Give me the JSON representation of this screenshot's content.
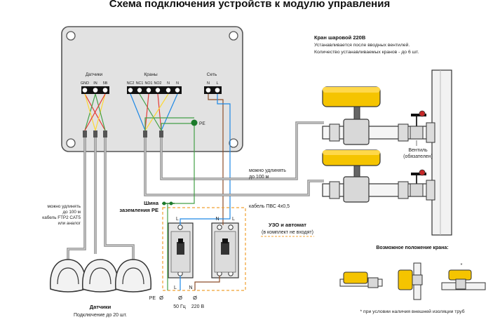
{
  "title": "Схема подключения устройств к модулю управления",
  "module": {
    "sensors_label": "Датчики",
    "sensor_pins": [
      "GND",
      "IN",
      "5B"
    ],
    "valves_label": "Краны",
    "valve_pins": [
      "NC2",
      "NC1",
      "NO1",
      "NO2",
      "N",
      "N"
    ],
    "mains_label": "Сеть",
    "mains_pins": [
      "N",
      "L"
    ],
    "pe_label": "PE"
  },
  "valve_note": {
    "title": "Кран шаровой 220В",
    "line1": "Устанавливается после вводных вентилей.",
    "line2": "Количество устанавливаемых кранов - до 6 шт."
  },
  "ventil": {
    "line1": "Вентиль",
    "line2": "(обязателен)"
  },
  "extend_valve": {
    "line1": "можно удлинять",
    "line2": "до 100 м"
  },
  "cable_pvs": "кабель ПВС 4х0,5",
  "extend_sensor": {
    "line1": "можно удлинять",
    "line2": "до 100 м",
    "line3": "кабель FTP2 CAT5",
    "line4": "или аналог"
  },
  "pe_bus": {
    "line1": "Шина",
    "line2": "заземления PE"
  },
  "breakers": {
    "l_top": "L",
    "n_top": "N",
    "l_top2": "L",
    "l_bottom": "L",
    "n_bottom": "N",
    "bottom_pe": "PE",
    "phi": "Ø",
    "freq": "50 Гц",
    "voltage": "220 В"
  },
  "uzo": {
    "line1": "УЗО и автомат",
    "line2": "(в комплект не входят)"
  },
  "positions_title": "Возможное положение крана:",
  "insulation_note": "* при условии наличия внешней изоляции труб",
  "sensors_footer": {
    "title": "Датчики",
    "subtitle": "Подключение до 20 шт."
  },
  "colors": {
    "wire_red": "#e53935",
    "wire_green": "#43a047",
    "wire_yellow": "#fdd835",
    "wire_blue": "#1e88e5",
    "wire_brown": "#8d4e2a",
    "actuator_yellow": "#f5c400",
    "cable_gray": "#8a8a8a",
    "dashed_orange": "#f0a030"
  }
}
